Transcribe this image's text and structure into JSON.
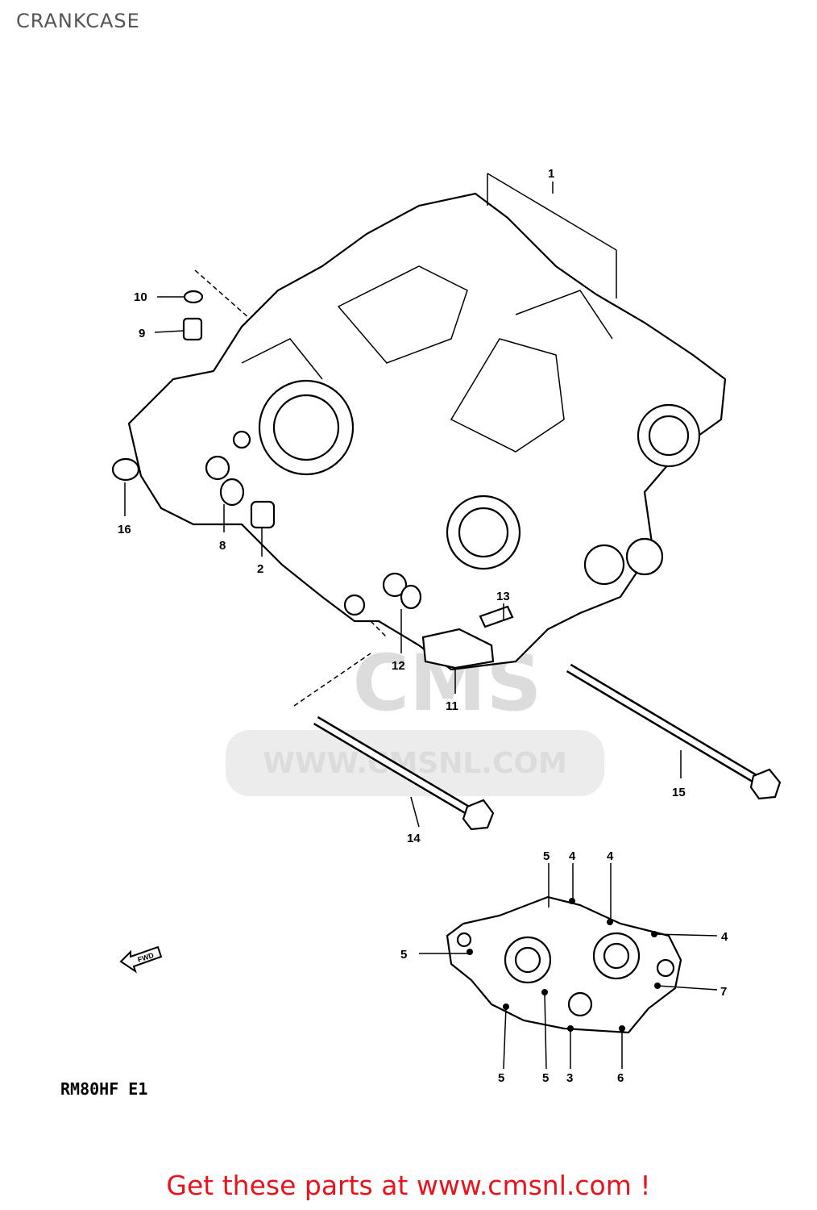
{
  "title": "CRANKCASE",
  "model_code": "RM80HF E1",
  "fwd_label": "FWD",
  "watermark": {
    "brand": "CMS",
    "url": "WWW.CMSNL.COM"
  },
  "footer": "Get these parts at www.cmsnl.com !",
  "callouts": {
    "c1": "1",
    "c2": "2",
    "c8": "8",
    "c9": "9",
    "c10": "10",
    "c11": "11",
    "c12": "12",
    "c13": "13",
    "c14": "14",
    "c15": "15",
    "c16": "16",
    "d5a": "5",
    "d4a": "4",
    "d4b": "4",
    "d4c": "4",
    "d5b": "5",
    "d7": "7",
    "d5c": "5",
    "d5d": "5",
    "d3": "3",
    "d6": "6"
  },
  "colors": {
    "footer": "#e8131b",
    "line": "#000000",
    "watermark": "#dcdcdc"
  }
}
